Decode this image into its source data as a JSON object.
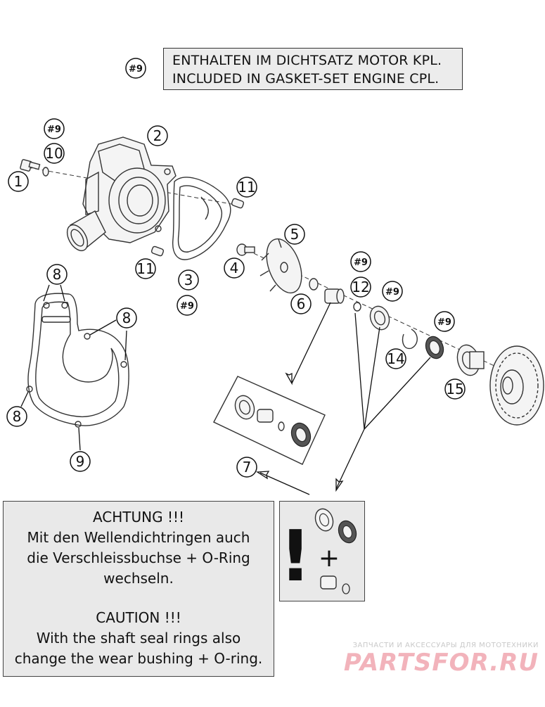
{
  "note": {
    "ref": "#9",
    "line1": "ENTHALTEN IM DICHTSATZ MOTOR KPL.",
    "line2": "INCLUDED IN GASKET-SET ENGINE CPL."
  },
  "callouts": {
    "c1": "1",
    "c2": "2",
    "c3": "3",
    "c4": "4",
    "c5": "5",
    "c6": "6",
    "c7": "7",
    "c8a": "8",
    "c8b": "8",
    "c8c": "8",
    "c9": "9",
    "c10": "10",
    "c11a": "11",
    "c11b": "11",
    "c12": "12",
    "c14": "14",
    "c15": "15",
    "r9a": "#9",
    "r9b": "#9",
    "r9c": "#9",
    "r9d": "#9",
    "r9e": "#9"
  },
  "caution": {
    "de_title": "ACHTUNG !!!",
    "de_line1": "Mit den Wellendichtringen auch",
    "de_line2": "die Verschleissbuchse + O-Ring",
    "de_line3": "wechseln.",
    "en_title": "CAUTION !!!",
    "en_line1": "With the shaft seal rings also",
    "en_line2": "change the wear bushing + O-ring."
  },
  "warning": {
    "exclamation": "!",
    "plus": "+"
  },
  "watermark": {
    "tagline": "ЗАПЧАСТИ И АКСЕССУАРЫ ДЛЯ МОТОТЕХНИКИ",
    "brand": "PARTSFOR.RU"
  }
}
